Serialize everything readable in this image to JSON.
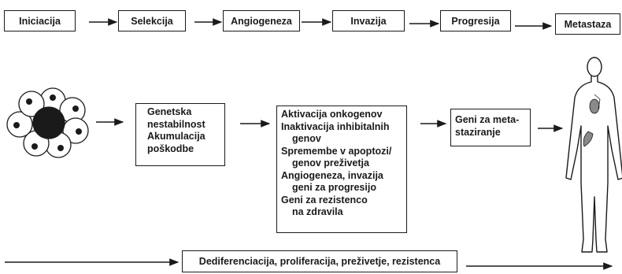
{
  "stages": [
    "Iniciacija",
    "Selekcija",
    "Angiogeneza",
    "Invazija",
    "Progresija",
    "Metastaza"
  ],
  "boxes": {
    "genetic": [
      "Genetska",
      "nestabilnost",
      "Akumulacija",
      "poškodbe"
    ],
    "molecular": [
      {
        "text": "Aktivacija onkogenov",
        "indent": false
      },
      {
        "text": "Inaktivacija inhibitalnih",
        "indent": false
      },
      {
        "text": "genov",
        "indent": true
      },
      {
        "text": "Spremembe v apoptozi/",
        "indent": false
      },
      {
        "text": "genov preživetja",
        "indent": true
      },
      {
        "text": "Angiogeneza, invazija",
        "indent": false
      },
      {
        "text": "geni za progresijo",
        "indent": true
      },
      {
        "text": "Geni za rezistenco",
        "indent": false
      },
      {
        "text": "na zdravila",
        "indent": true
      }
    ],
    "metastasis_genes": [
      "Geni za meta-",
      "staziranje"
    ]
  },
  "bottom_bar": "Dediferenciacija, proliferacija, preživetje, rezistenca"
}
